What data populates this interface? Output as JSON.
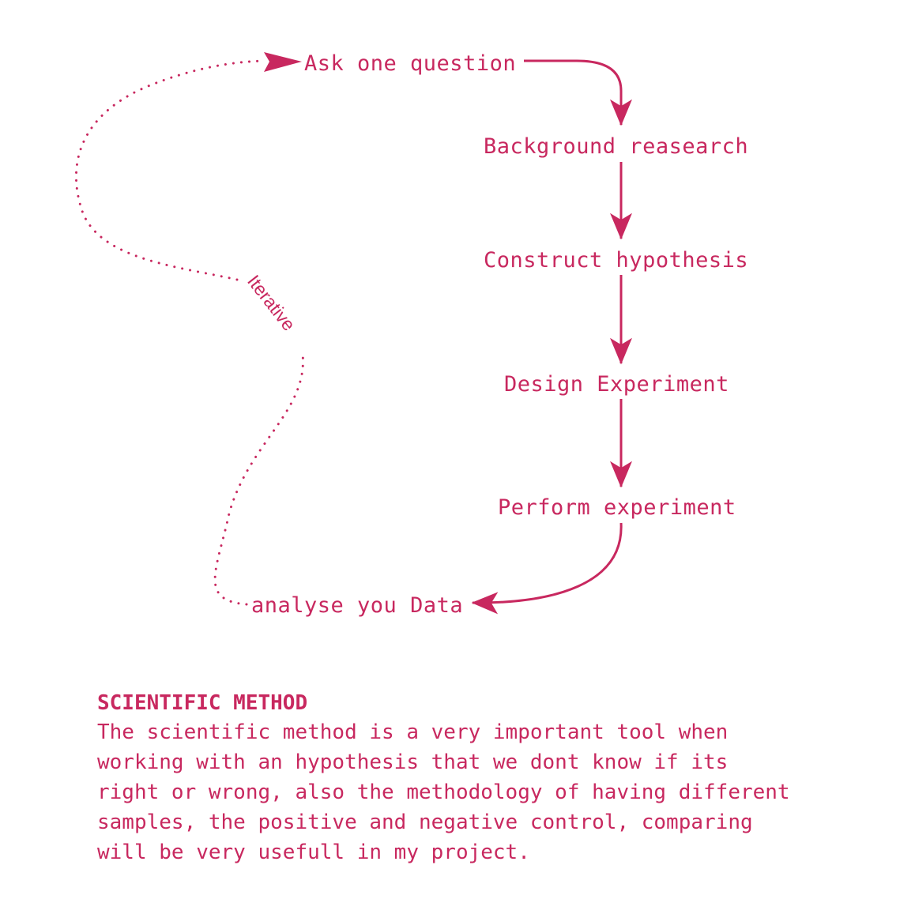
{
  "colors": {
    "accent": "#c8285f",
    "background": "#ffffff"
  },
  "diagram": {
    "steps": [
      "Ask one question",
      "Background reasearch",
      "Construct hypothesis",
      "Design Experiment",
      "Perform experiment",
      "analyse you Data"
    ],
    "loop_label": "Iterative"
  },
  "note": {
    "title": "SCIENTIFIC METHOD",
    "body": "The scientific method is a very important tool when\nworking with an hypothesis that we dont know if its\nright or wrong, also the methodology of having different\nsamples, the positive and negative control, comparing\nwill be very usefull in my project."
  }
}
